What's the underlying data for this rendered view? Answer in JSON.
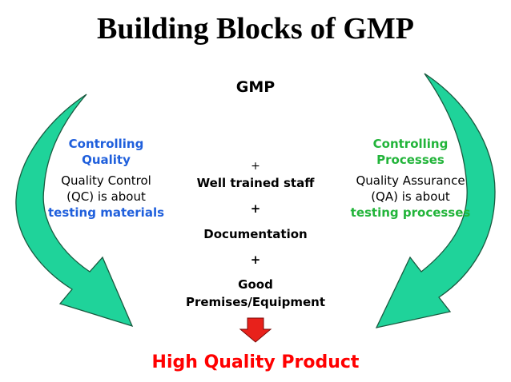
{
  "title": "Building Blocks of GMP",
  "center": {
    "gmp": "GMP",
    "plus1": "+",
    "staff": "Well trained staff",
    "plus2": "+",
    "documentation": "Documentation",
    "plus3": "+",
    "premises_line1": "Good",
    "premises_line2": "Premises/Equipment"
  },
  "left": {
    "heading_line1": "Controlling",
    "heading_line2": "Quality",
    "desc_line1": "Quality Control",
    "desc_line2": "(QC) is about",
    "highlight": "testing materials"
  },
  "right": {
    "heading_line1": "Controlling",
    "heading_line2": "Processes",
    "desc_line1": "Quality Assurance",
    "desc_line2": "(QA) is about",
    "highlight": "testing processes"
  },
  "result": "High Quality Product",
  "icons": {
    "left_arrow": "curved-arrow-icon",
    "right_arrow": "curved-arrow-icon",
    "down_arrow": "down-arrow-icon"
  },
  "colors": {
    "arrow_fill": "#1fd39a",
    "arrow_stroke": "#1a5a40",
    "quality_blue": "#1f5fdc",
    "process_green": "#22b43a",
    "result_red": "#ff0000",
    "down_arrow_fill": "#e8211b"
  }
}
